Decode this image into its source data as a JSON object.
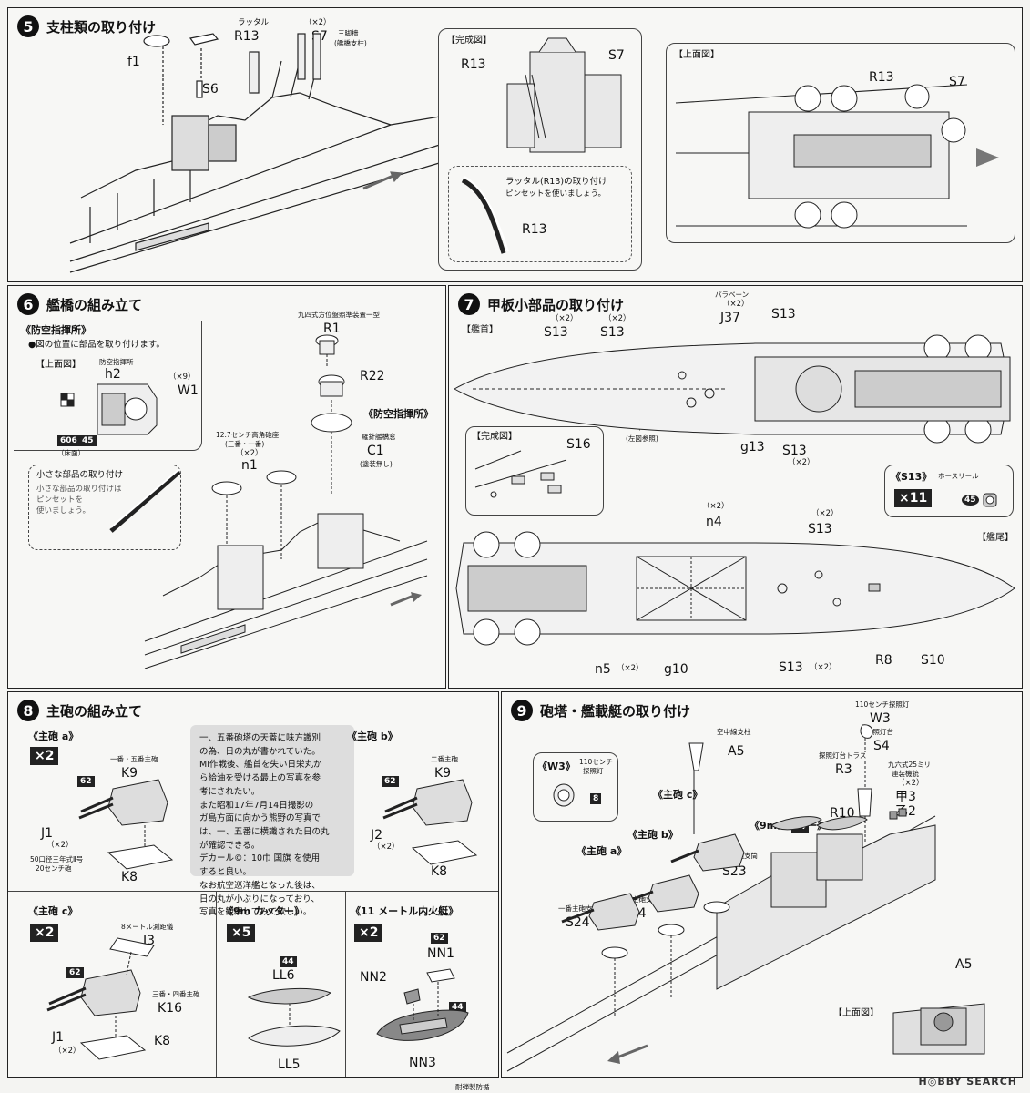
{
  "step5": {
    "num": "5",
    "title": "支柱類の取り付け",
    "labels": {
      "ratarr": "ラッタル",
      "r13": "R13",
      "x2": "（×2）",
      "s7": "S7",
      "tripod": "三脚檣",
      "tripod2": "(艦橋支柱)",
      "f1": "f1",
      "s6": "S6"
    },
    "done": {
      "title": "【完成図】",
      "r13": "R13",
      "s7": "S7"
    },
    "tip": {
      "text1": "ラッタル(R13)の取り付け",
      "text2": "ピンセットを使いましょう。",
      "r13": "R13"
    },
    "top": {
      "title": "【上面図】",
      "r13": "R13",
      "s7": "S7"
    }
  },
  "step6": {
    "num": "6",
    "title": "艦橋の組み立て",
    "aa": {
      "title": "《防空指揮所》",
      "desc": "●図の位置に部品を取り付けます。",
      "top": "【上面図】",
      "sub": "防空指揮所",
      "h2": "h2",
      "x9": "（×9）",
      "w1": "W1",
      "c606": "606",
      "c45": "45",
      "floor": "（床面）"
    },
    "small": {
      "title": "小さな部品の取り付け",
      "line1": "小さな部品の取り付けは",
      "line2": "ピンセットを",
      "line3": "使いましょう。"
    },
    "r1note": "九四式方位盤照準装置一型",
    "r1": "R1",
    "r22": "R22",
    "aa2": "《防空指揮所》",
    "c1note": "羅針艦橋窓",
    "c1": "C1",
    "c1sub": "(塗装無し)",
    "n1note1": "12.7センチ高角砲座",
    "n1note2": "(三番・一番)",
    "n1x2": "（×2）",
    "n1": "n1"
  },
  "step7": {
    "num": "7",
    "title": "甲板小部品の取り付け",
    "bow": "【艦首】",
    "stern": "【艦尾】",
    "paravane": "パラベーン",
    "x2": "（×2）",
    "j37": "J37",
    "s13": "S13",
    "g13": "g13",
    "s16": "S16",
    "s16note": "(左図参照)",
    "done": "【完成図】",
    "s13box": {
      "title": "《S13》",
      "sub": "ホースリール",
      "mult": "×11",
      "color": "45"
    },
    "n4": "n4",
    "n5": "n5",
    "g10": "g10",
    "r8": "R8",
    "s10": "S10"
  },
  "step8": {
    "num": "8",
    "title": "主砲の組み立て",
    "a": {
      "title": "《主砲 a》",
      "mult": "×2",
      "note": "一番・五番主砲",
      "k9": "K9",
      "c62": "62",
      "j1": "J1",
      "x2": "（×2）",
      "gun1": "50口径三年式Ⅱ号",
      "gun2": "20センチ砲",
      "k8": "K8"
    },
    "note": [
      "一、五番砲塔の天蓋に味方識別",
      "の為、日の丸が書かれていた。",
      "MI作戦後、艦首を失い日栄丸か",
      "ら給油を受ける最上の写真を参",
      "考にされたい。",
      "また昭和17年7月14日撮影の",
      "ガ島方面に向かう熊野の写真で",
      "は、一、五番に横識された日の丸",
      "が確認できる。",
      "デカール©：10巾 国旗 を使用",
      "すると良い。",
      "なお航空巡洋艦となった後は、",
      "日の丸が小ぶりになっており、",
      "写真を観察してみて欲しい。"
    ],
    "b": {
      "title": "《主砲 b》",
      "note": "二番主砲",
      "k9": "K9",
      "c62": "62",
      "j2": "J2",
      "x2": "（×2）",
      "k8": "K8"
    },
    "c": {
      "title": "《主砲 c》",
      "mult": "×2",
      "rf": "8メートル測距儀",
      "j3": "J3",
      "note": "三番・四番主砲",
      "k16": "K16",
      "c62": "62",
      "j1": "J1",
      "x2": "（×2）",
      "k8": "K8"
    },
    "cutter": {
      "title": "《9m カッター》",
      "mult": "×5",
      "c44": "44",
      "ll6": "LL6",
      "ll5": "LL5"
    },
    "boat": {
      "title": "《11 メートル内火艇》",
      "mult": "×2",
      "c62": "62",
      "nn1": "NN1",
      "nn2": "NN2",
      "c44": "44",
      "nn3": "NN3"
    }
  },
  "step9": {
    "num": "9",
    "title": "砲塔・艦載艇の取り付け",
    "w3box": {
      "title": "《W3》",
      "sub1": "110センチ",
      "sub2": "探照灯",
      "c8": "8"
    },
    "w3note": "110センチ探照灯",
    "w3": "W3",
    "s4note": "探照灯台",
    "s4": "S4",
    "a5note": "空中線支柱",
    "a5": "A5",
    "r3note": "探照灯台トラス",
    "r3": "R3",
    "mg1": "九六式25ミリ",
    "mg2": "連装機銃",
    "x2": "（×2）",
    "ko3": "甲3",
    "otsu2": "乙2",
    "tc": "《主砲 c》",
    "tb": "《主砲 b》",
    "ta": "《主砲 a》",
    "cutter": "《9mカッター》",
    "c44": "44",
    "r10": "R10",
    "s23note": "三番主砲支筒",
    "s23": "S23",
    "s24note2": "二番主砲支筒",
    "s24b": "S24",
    "s24note1": "一番主砲支筒",
    "s24a": "S24",
    "a5b": "A5",
    "top": "【上面図】"
  },
  "bottom": {
    "note": "耐弾製防楯"
  },
  "watermark": "H◎BBY SEARCH"
}
